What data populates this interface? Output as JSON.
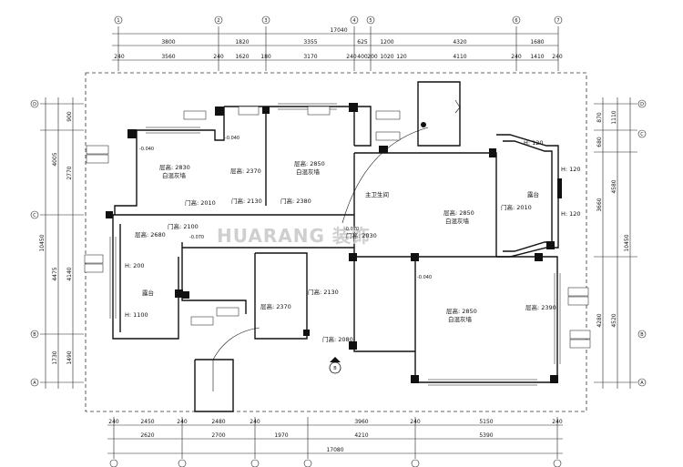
{
  "watermark": "HUARANG 装饰",
  "axes": {
    "top": [
      "1",
      "2",
      "3",
      "4",
      "5",
      "6",
      "7"
    ],
    "left": [
      "D",
      "C",
      "B",
      "A"
    ],
    "right": [
      "D",
      "C",
      "B",
      "A"
    ]
  },
  "dims": {
    "top_outer": "17040",
    "top_mid": [
      "3800",
      "1820",
      "3355",
      "625",
      "1200",
      "4320",
      "1680"
    ],
    "top_inner": [
      "240",
      "3560",
      "240",
      "1620",
      "180",
      "3170",
      "240",
      "400",
      "200",
      "1020",
      "120",
      "4110",
      "240",
      "1410",
      "240"
    ],
    "bottom_inner": [
      "240",
      "2450",
      "240",
      "2480",
      "240",
      "3960",
      "240",
      "5150",
      "240"
    ],
    "bottom_mid": [
      "2620",
      "2700",
      "1970",
      "4210",
      "5390"
    ],
    "bottom_outer": "17080",
    "left_outer": "10450",
    "left_mid": [
      "4005",
      "4475",
      "1730"
    ],
    "left_inner": [
      "900",
      "2770",
      "4140",
      "1490"
    ],
    "right_inner": [
      "870",
      "680",
      "3660",
      "4280"
    ],
    "right_mid": [
      "1110",
      "4580",
      "4520"
    ],
    "right_outer": "10450"
  },
  "rooms": {
    "r1": {
      "height": "层高: 2830",
      "finish": "白混灰墙"
    },
    "r2": {
      "height": "层高: 2370"
    },
    "r3": {
      "height": "层高: 2850",
      "finish": "白混灰墙"
    },
    "r4": {
      "height": "层高: 2850",
      "finish": "白混灰墙"
    },
    "r5": {
      "height": "层高: 2680"
    },
    "r6": {
      "height": "层高: 2370"
    },
    "r7": {
      "height": "层高: 2850",
      "finish": "白混灰墙"
    },
    "r8": {
      "height": "层高: 2390"
    },
    "bathroom": "主卫生间",
    "balcony_left": {
      "name": "露台",
      "h1": "H: 200",
      "h2": "H: 1100"
    },
    "balcony_right": {
      "name": "露台",
      "h1": "H: 120",
      "h2": "H: 120",
      "h3": "H: 120"
    }
  },
  "doors": {
    "d1": "门高: 2010",
    "d2": "门高: 2130",
    "d3": "门高: 2380",
    "d4": "门高: 2100",
    "d5": "门高: 2030",
    "d6": "门高: 2010",
    "d7": "门高: 2130",
    "d8": "门高: 2080"
  },
  "marks": {
    "elev1": "-0.040",
    "elev2": "-0.040",
    "elev3": "-0.070",
    "elev4": "-0.070",
    "elev5": "-0.040"
  },
  "entry": {
    "label": "B"
  }
}
